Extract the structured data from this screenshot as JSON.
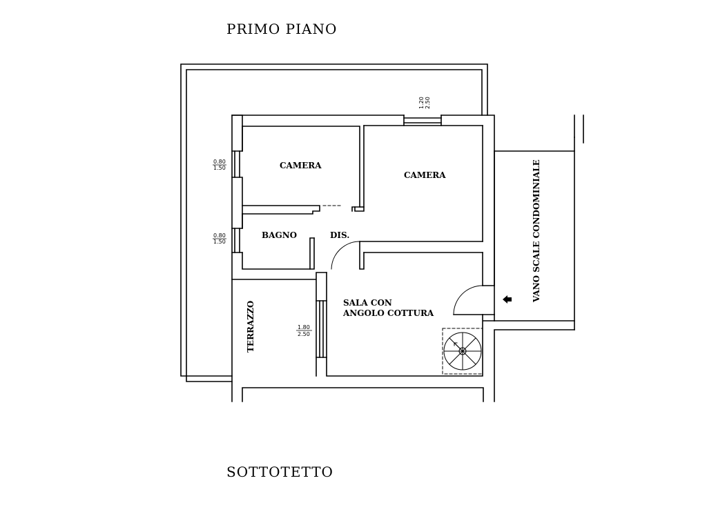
{
  "headings": {
    "floor_title": "PRIMO  PIANO",
    "lower_title": "SOTTOTETTO"
  },
  "rooms": {
    "camera_1": "CAMERA",
    "camera_2": "CAMERA",
    "bagno": "BAGNO",
    "dis": "DIS.",
    "sala_line1": "SALA CON",
    "sala_line2": "ANGOLO COTTURA",
    "terrazzo": "TERRAZZO",
    "vano_scale": "VANO  SCALE  CONDOMINIALE"
  },
  "dimensions": {
    "window_top_w": "1.20",
    "window_top_h": "2.50",
    "window_camera_w": "0.80",
    "window_camera_h": "1.50",
    "window_bagno_w": "0.80",
    "window_bagno_h": "1.50",
    "door_terrazzo_w": "1.80",
    "door_terrazzo_h": "2.50"
  },
  "colors": {
    "line": "#000000",
    "background": "#ffffff"
  }
}
